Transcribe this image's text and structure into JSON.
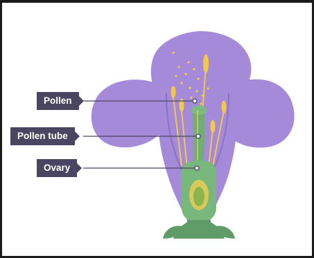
{
  "labels": {
    "pollen": "Pollen",
    "pollen_tube": "Pollen tube",
    "ovary": "Ovary"
  },
  "colors": {
    "petal": "#a48ad8",
    "petal_inner": "#9a82d2",
    "petal_edge": "#8a72c6",
    "stamen": "#f3c84a",
    "pollen": "#f3cb4a",
    "pistil": "#6fae74",
    "ovary": "#78b87c",
    "ovule": "#d9c85a",
    "sepal": "#5f9c68",
    "label_bg": "#4a4560",
    "leader": "#4a4560"
  }
}
